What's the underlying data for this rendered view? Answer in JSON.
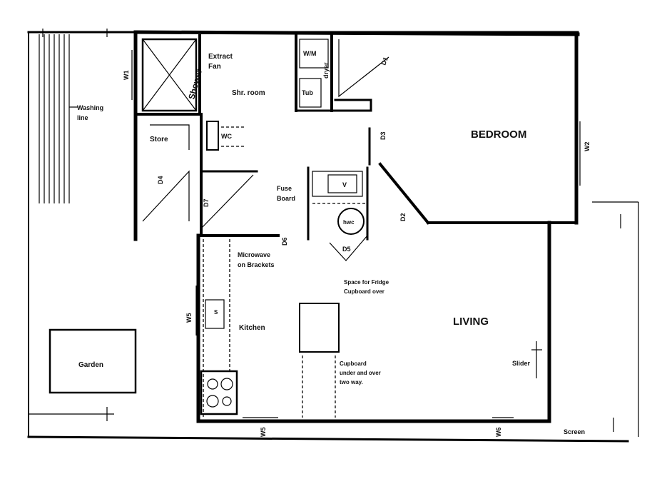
{
  "plan": {
    "rooms": {
      "bedroom": "BEDROOM",
      "living": "LIVING",
      "kitchen": "Kitchen",
      "shower_room": "Shr. room",
      "store": "Store",
      "garden": "Garden"
    },
    "fixtures": {
      "extract_fan_line1": "Extract",
      "extract_fan_line2": "Fan",
      "shower": "Shower",
      "washing_machine": "W/M",
      "dryer": "dryer",
      "tub": "Tub",
      "wc": "WC",
      "fuse_board_line1": "Fuse",
      "fuse_board_line2": "Board",
      "hwc": "hwc",
      "v": "V",
      "microwave_line1": "Microwave",
      "microwave_line2": "on Brackets",
      "fridge_line1": "Space for Fridge",
      "fridge_line2": "Cupboard over",
      "cupboard_line1": "Cupboard",
      "cupboard_line2": "under and over",
      "cupboard_line3": "two way.",
      "washing_line1": "Washing",
      "washing_line2": "line",
      "slider": "Slider",
      "screen": "Screen",
      "sink": "S"
    },
    "doors": {
      "d1": "D1",
      "d2": "D2",
      "d3": "D3",
      "d4": "D4",
      "d5": "D5",
      "d6": "D6",
      "d7": "D7"
    },
    "windows": {
      "w1": "W1",
      "w2": "W2",
      "w5_kitchen": "W5",
      "w5_bottom": "W5",
      "w6": "W6"
    }
  }
}
